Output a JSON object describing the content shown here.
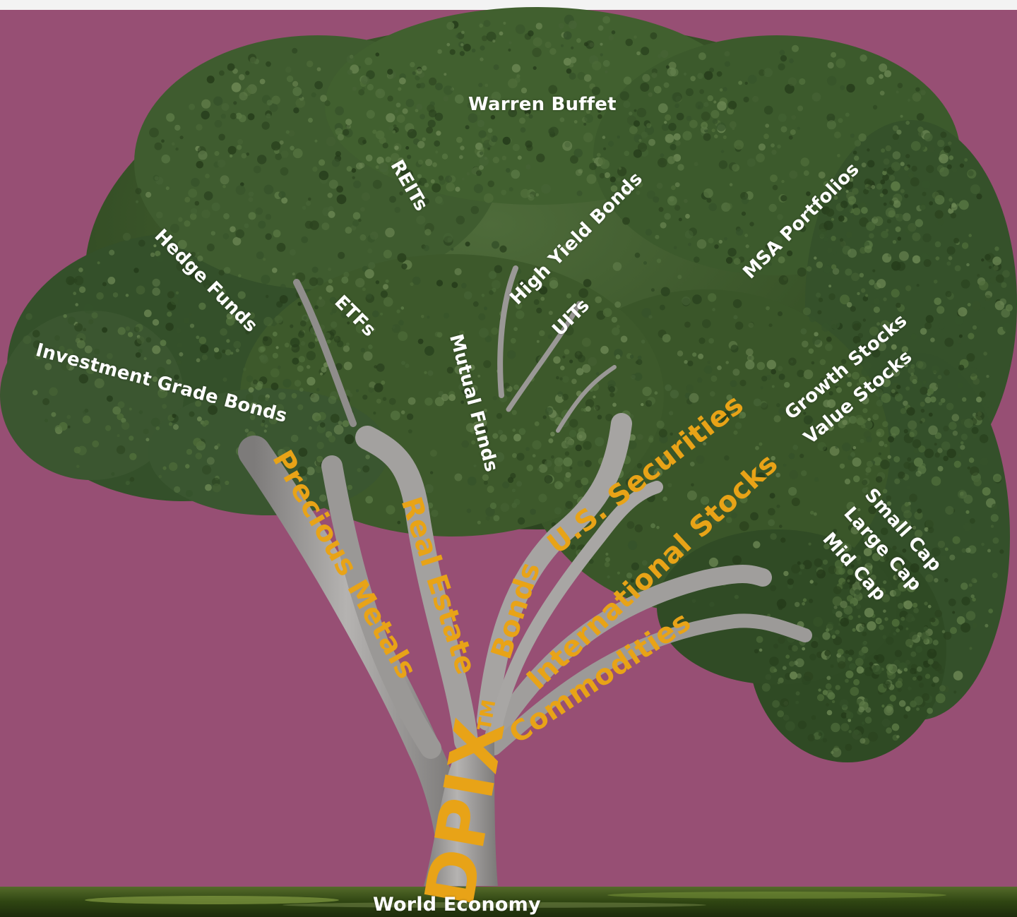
{
  "colors": {
    "background": "#974f74",
    "foliage": "#3d5a2c",
    "trunk": "#9a9896",
    "ground": "#3e5a1a",
    "label_white": "#ffffff",
    "label_gold": "#e8a317"
  },
  "labels": {
    "warren_buffet": "Warren Buffet",
    "reits": "REITs",
    "high_yield_bonds": "High Yield Bonds",
    "msa_portfolios": "MSA Portfolios",
    "hedge_funds": "Hedge Funds",
    "etfs": "ETFs",
    "uits": "UITs",
    "mutual_funds": "Mutual Funds",
    "investment_grade_bonds": "Investment Grade Bonds",
    "growth_stocks": "Growth Stocks",
    "value_stocks": "Value Stocks",
    "small_cap": "Small Cap",
    "large_cap": "Large Cap",
    "mid_cap": "Mid Cap",
    "precious_metals": "Precious Metals",
    "real_estate": "Real Estate",
    "bonds": "Bonds",
    "us_securities": "U.S. Securities",
    "international_stocks": "International Stocks",
    "commodities": "Commodities",
    "dpix": "DPIX",
    "trademark": "TM",
    "world_economy": "World Economy"
  }
}
